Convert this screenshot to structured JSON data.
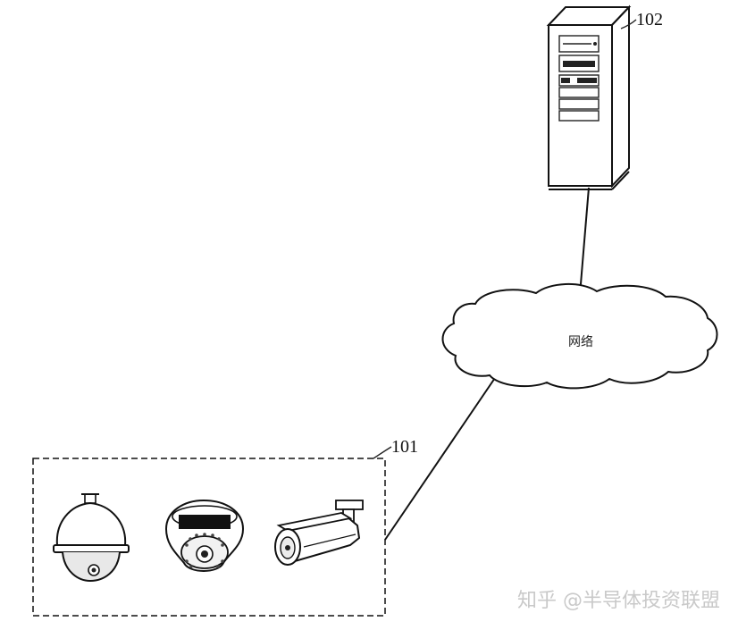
{
  "server": {
    "ref": "102"
  },
  "network": {
    "label": "网络"
  },
  "camera_group": {
    "ref": "101"
  },
  "cameras": [
    {
      "icon": "ptz-dome-camera-icon"
    },
    {
      "icon": "dome-camera-icon"
    },
    {
      "icon": "bullet-camera-icon"
    }
  ],
  "watermark": {
    "text": "知乎 @半导体投资联盟"
  }
}
